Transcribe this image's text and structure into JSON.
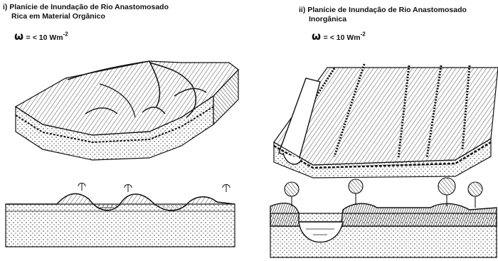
{
  "left_panel": {
    "title_line1": "i) Planície de Inundação de Rio Anastomosado",
    "title_line2": "Rica em Material Orgânico",
    "omega_symbol": "ω",
    "omega_value": "= < 10 Wm",
    "omega_exponent": "-2"
  },
  "right_panel": {
    "title_line1": "ii) Planície de Inundação de Rio Anastomosado",
    "title_line2": "Inorgânica",
    "omega_symbol": "ω",
    "omega_value": "= < 10 Wm",
    "omega_exponent": "-2"
  },
  "style": {
    "ink": "#111111",
    "paper": "#ffffff"
  }
}
